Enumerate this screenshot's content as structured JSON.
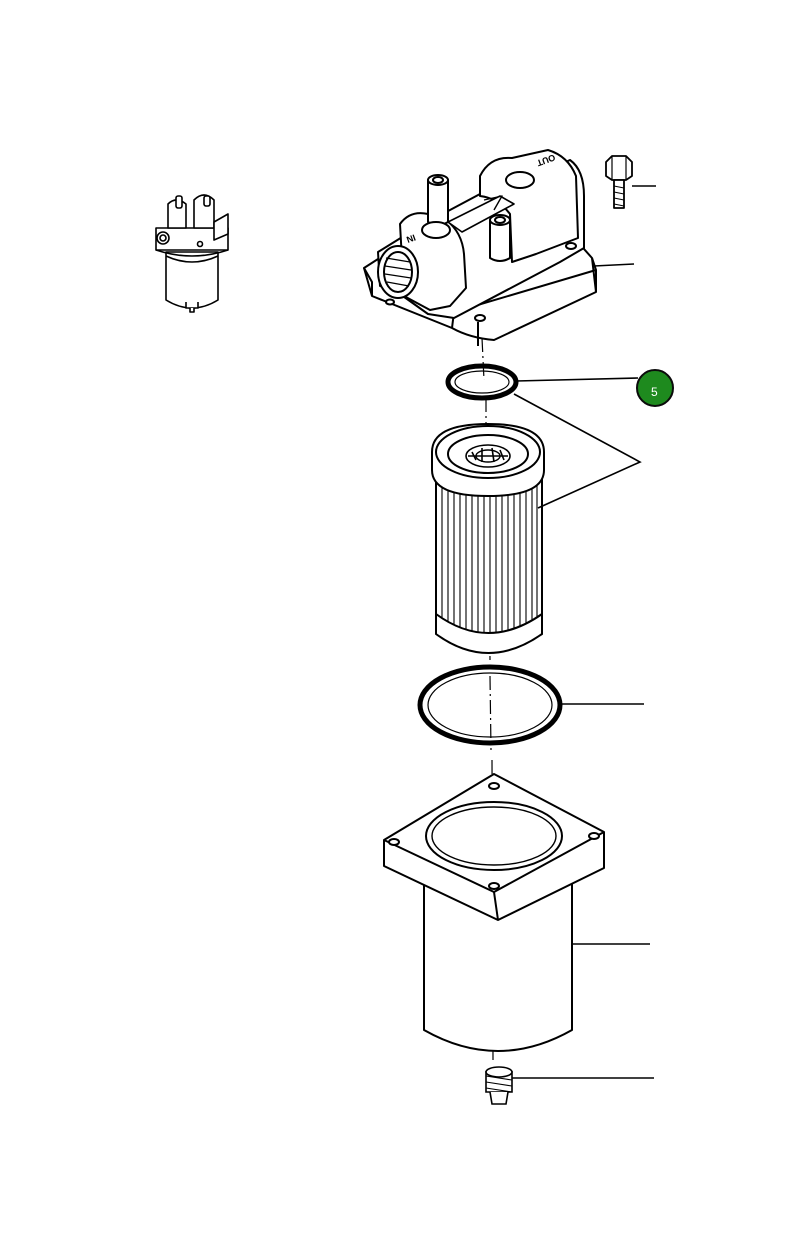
{
  "callouts": [
    {
      "label": "5",
      "part": "o-ring-seal",
      "fill_color": "#1e8a1e",
      "border_color": "#0b0b0b"
    }
  ],
  "head_markings": {
    "inlet": "IN",
    "outlet": "OUT"
  },
  "colors": {
    "line": "#000000",
    "background": "#ffffff",
    "highlight": "#1e8a1e"
  }
}
